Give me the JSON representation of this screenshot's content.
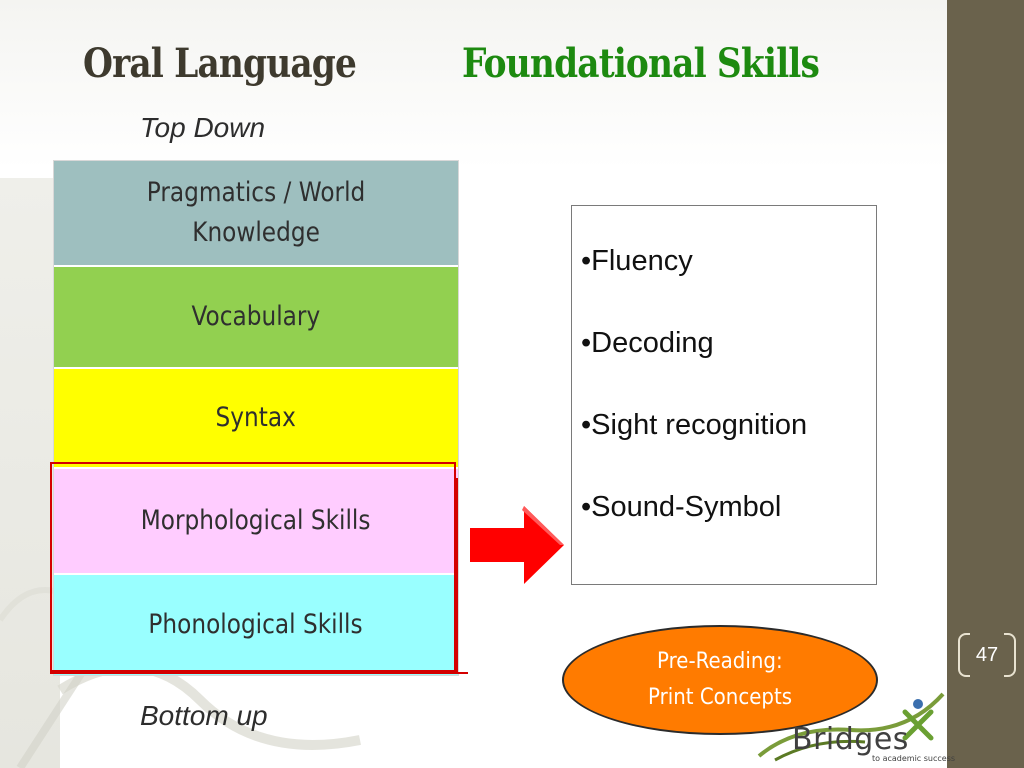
{
  "slide": {
    "title_left": "Oral  Language",
    "title_right": "Foundational Skills",
    "top_caption": "Top Down",
    "bottom_caption": "Bottom up",
    "page_number": "47"
  },
  "layers": [
    {
      "label": "Pragmatics / World\nKnowledge",
      "color": "#9ebfbf"
    },
    {
      "label": "Vocabulary",
      "color": "#92d050"
    },
    {
      "label": "Syntax",
      "color": "#ffff00"
    },
    {
      "label": "Morphological Skills",
      "color": "#ffccff"
    },
    {
      "label": "Phonological Skills",
      "color": "#99ffff"
    }
  ],
  "foundational_skills": [
    "•Fluency",
    "•Decoding",
    "•Sight recognition",
    "•Sound-Symbol"
  ],
  "pre_reading": {
    "line1": "Pre-Reading:",
    "line2": "Print Concepts"
  },
  "logo": {
    "name": "Bridges",
    "tagline": "to academic success"
  },
  "colors": {
    "title_dark": "#3e3a2e",
    "title_green": "#1d8a10",
    "highlight_red": "#d40000",
    "arrow_red": "#ff0000",
    "bubble_orange": "#ff7b00",
    "sidebar": "#6a624c"
  }
}
